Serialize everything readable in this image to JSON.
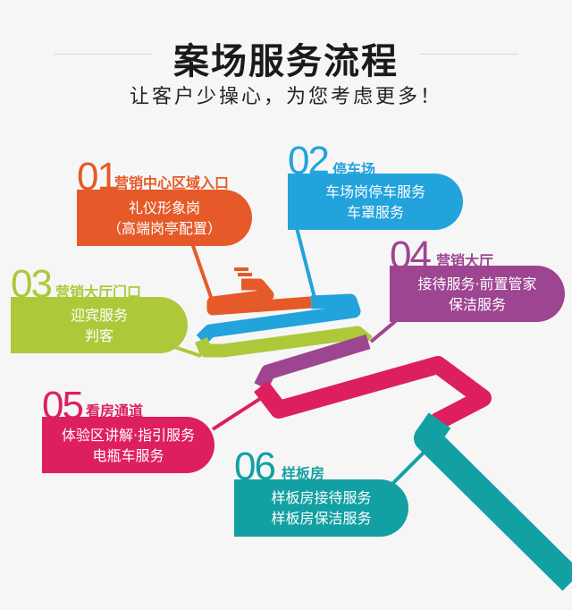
{
  "header": {
    "title": "案场服务流程",
    "subtitle": "让客户少操心，为您考虑更多！"
  },
  "colors": {
    "orange": "#e55a28",
    "blue": "#22a3dc",
    "green": "#adc93a",
    "purple": "#9d4591",
    "pink": "#de1f5f",
    "teal": "#13a0a3"
  },
  "steps": [
    {
      "num": "01",
      "title": "营销中心区域入口",
      "lines": [
        "礼仪形象岗",
        "（高端岗亭配置）"
      ]
    },
    {
      "num": "02",
      "title": "停车场",
      "lines": [
        "车场岗停车服务",
        "车罩服务"
      ]
    },
    {
      "num": "03",
      "title": "营销大厅门口",
      "lines": [
        "迎宾服务",
        "判客"
      ]
    },
    {
      "num": "04",
      "title": "营销大厅",
      "lines": [
        "接待服务·前置管家",
        "保洁服务"
      ]
    },
    {
      "num": "05",
      "title": "看房通道",
      "lines": [
        "体验区讲解·指引服务",
        "电瓶车服务"
      ]
    },
    {
      "num": "06",
      "title": "样板房",
      "lines": [
        "样板房接待服务",
        "样板房保洁服务"
      ]
    }
  ]
}
